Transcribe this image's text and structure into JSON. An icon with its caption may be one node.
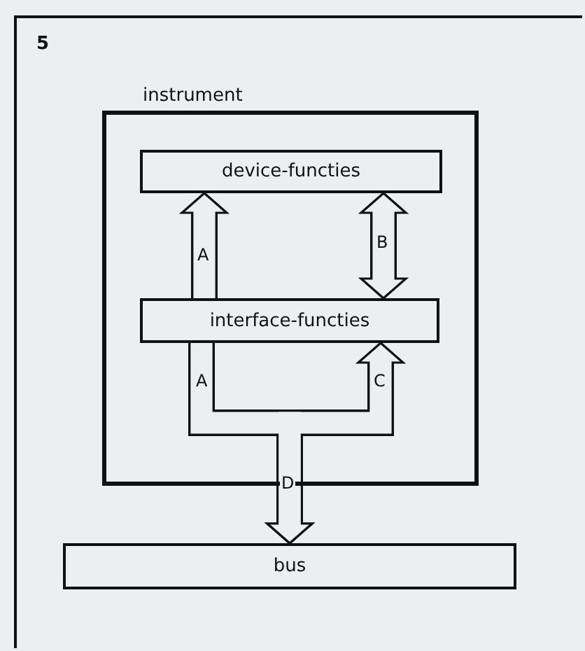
{
  "diagram": {
    "nodes": [
      {
        "text": [
          "instrument"
        ]
      },
      {
        "text": [
          "device-functies"
        ],
        "in": 0
      },
      {
        "text": [
          "interface-functies"
        ],
        "in": 0
      },
      {
        "text": [
          "bus"
        ]
      }
    ],
    "edges": [
      {
        "from": 2,
        "to": 1,
        "arrow": "to",
        "label": "A"
      },
      {
        "from": 1,
        "to": 2,
        "arrow": "both",
        "label": "B"
      },
      {
        "from": 2,
        "to": 3,
        "arrow": "to",
        "label": "A"
      },
      {
        "from": 2,
        "to": 3,
        "arrow": "both",
        "label": "C"
      }
    ],
    "labels": [
      "5",
      "D"
    ]
  }
}
